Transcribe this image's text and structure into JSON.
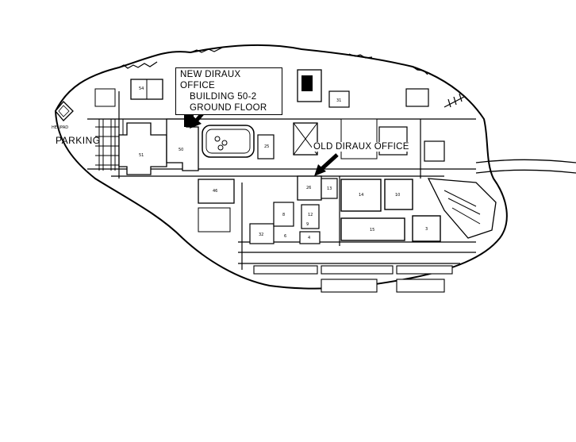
{
  "callouts": {
    "new_office": {
      "line1": "NEW DIRAUX OFFICE",
      "line2": "BUILDING 50-2",
      "line3": "GROUND FLOOR"
    },
    "old_office": {
      "label": "OLD DIRAUX OFFICE"
    },
    "parking": "PARKING"
  },
  "labels": {
    "helipad": "HELIPAD",
    "b54": "54",
    "b51": "51",
    "b50": "50",
    "b25": "25",
    "b31": "31",
    "b46": "46",
    "b14": "14",
    "b8": "8",
    "b3": "3",
    "b6": "6",
    "b13": "13",
    "b15": "15",
    "b9": "9",
    "b4": "4",
    "b12": "12",
    "b32": "32",
    "b26": "26",
    "b10": "10"
  },
  "colors": {
    "ink": "#000000",
    "paper": "#ffffff"
  }
}
